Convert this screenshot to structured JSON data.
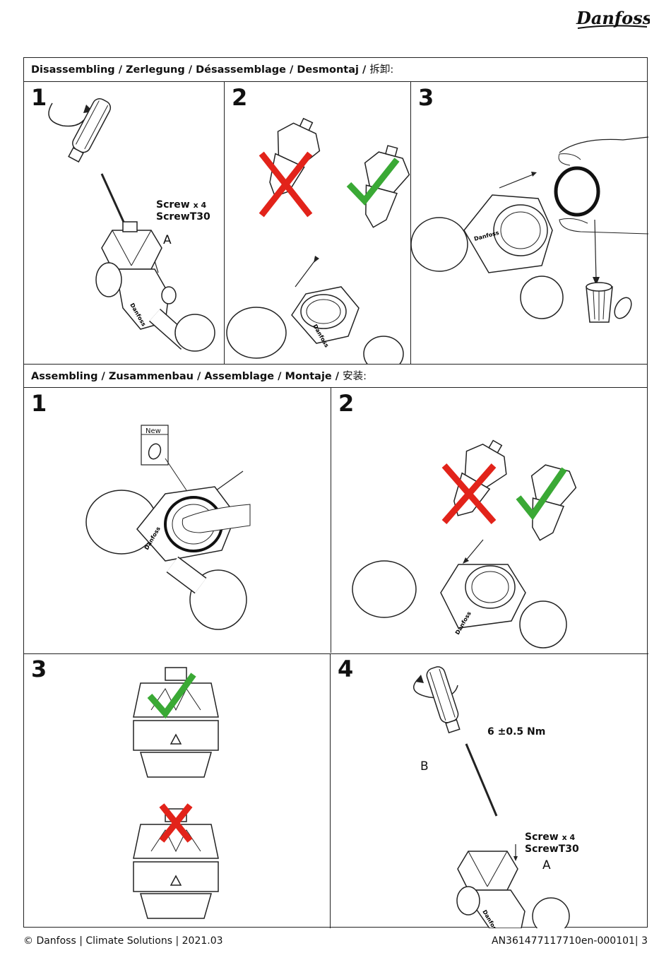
{
  "brand": "Danfoss",
  "disassembly": {
    "title": "Disassembling / Zerlegung / Désassemblage / Desmontaj / ",
    "title_cjk": "拆卸:",
    "steps": [
      {
        "num": "1",
        "screw_line1": "Screw",
        "screw_count": "x 4",
        "screw_line2": "ScrewT30",
        "arrow_label": "A"
      },
      {
        "num": "2"
      },
      {
        "num": "3"
      }
    ]
  },
  "assembly": {
    "title": "Assembling / Zusammenbau / Assemblage / Montaje / ",
    "title_cjk": "安装:",
    "steps": [
      {
        "num": "1",
        "new_label": "New"
      },
      {
        "num": "2"
      },
      {
        "num": "3"
      },
      {
        "num": "4",
        "torque": "6 ±0.5 Nm",
        "rotate_label": "B",
        "screw_line1": "Screw",
        "screw_count": "x 4",
        "screw_line2": "ScrewT30",
        "arrow_label": "A"
      }
    ]
  },
  "footer": {
    "left": "© Danfoss | Climate Solutions | 2021.03",
    "right": "AN361477117710en-000101| 3"
  },
  "colors": {
    "check": "#3aa935",
    "cross": "#e2231a",
    "line": "#222222"
  }
}
